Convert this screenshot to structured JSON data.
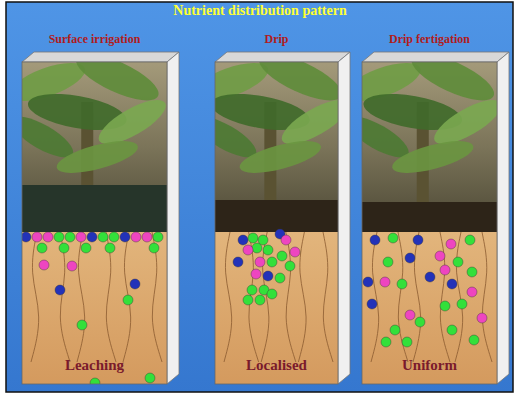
{
  "diagram": {
    "title": "Nutrient distribution pattern",
    "nodes": [
      {
        "text": [
          "Surface irrigation",
          "Leaching"
        ]
      },
      {
        "text": [
          "Drip",
          "Localised"
        ]
      },
      {
        "text": [
          "Drip fertigation",
          "Uniform"
        ]
      }
    ]
  }
}
